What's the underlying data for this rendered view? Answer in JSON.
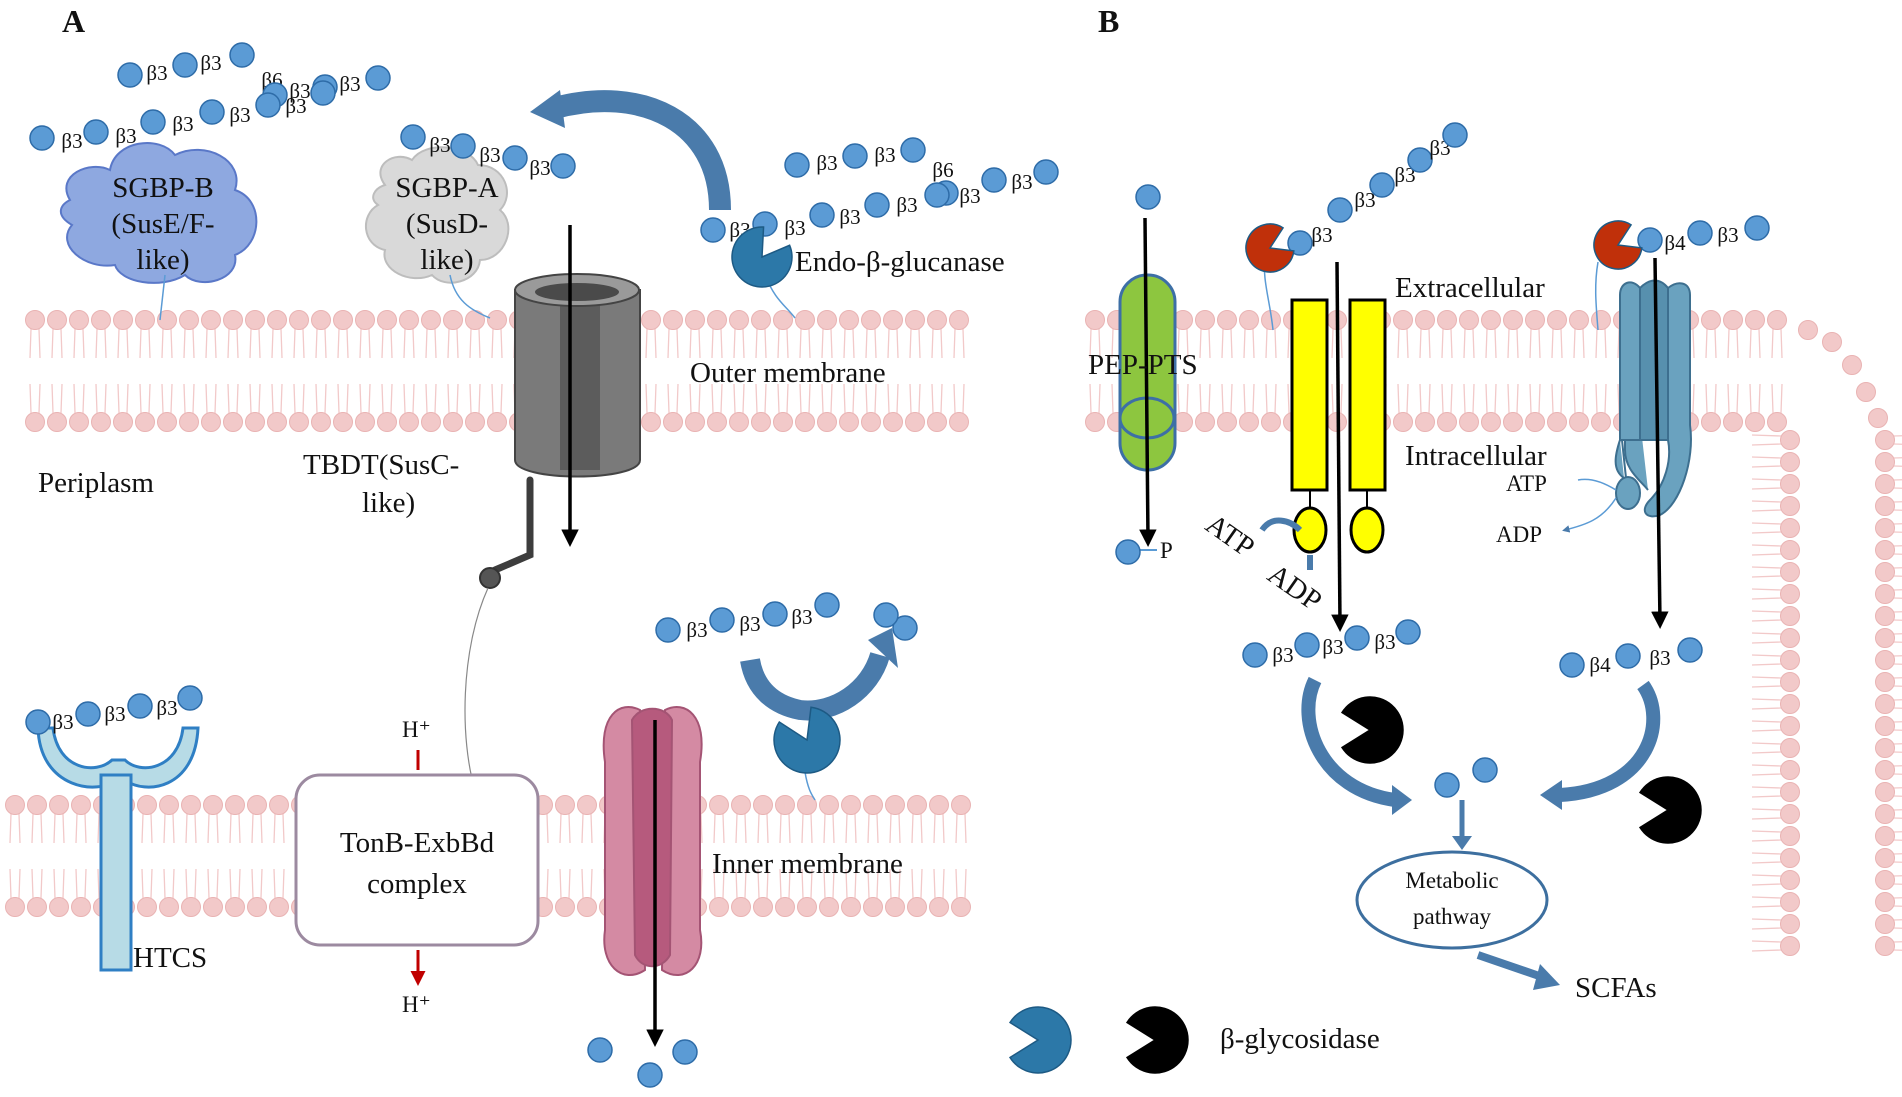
{
  "panels": {
    "a": "A",
    "b": "B"
  },
  "beta_links": {
    "b3": "β3",
    "b4": "β4",
    "b6": "β6"
  },
  "labels": {
    "sgbp_b": [
      "SGBP-B",
      "(SusE/F-",
      "like)"
    ],
    "sgbp_a": [
      "SGBP-A",
      "(SusD-",
      "like)"
    ],
    "endo": "Endo-β-glucanase",
    "outer_membrane": "Outer membrane",
    "periplasm": "Periplasm",
    "tbdt": [
      "TBDT(SusC-",
      "like)"
    ],
    "h_plus_top": "H⁺",
    "h_plus_bottom": "H⁺",
    "tonb": [
      "TonB-ExbBd",
      "complex"
    ],
    "inner_membrane": "Inner membrane",
    "htcs": "HTCS",
    "pep_pts": "PEP-PTS",
    "phosphate": "P",
    "extracellular": "Extracellular",
    "intracellular": "Intracellular",
    "atp_left": "ATP",
    "adp_left": "ADP",
    "atp_right": "ATP",
    "adp_right": "ADP",
    "metabolic": [
      "Metabolic",
      "pathway"
    ],
    "scfas": "SCFAs",
    "legend": "β-glycosidase"
  },
  "colors": {
    "bead": "#5b9bd5",
    "bead_stroke": "#2e6ca8",
    "lipid": "#f2c9c9",
    "arrow_blue": "#4a7bab",
    "enzyme_teal": "#2c78a8",
    "enzyme_red": "#c0300a",
    "black_enzyme": "#000000",
    "pts_green": "#8dc63f",
    "abc_yellow": "#ffff00",
    "transporter_teal": "#6aa2bf",
    "tbdt_gray": "#7a7a7a",
    "inner_pink": "#c8708e",
    "sgbp_b": "#8ea8e0",
    "sgbp_a": "#d9d9d9",
    "htcs": "#b7dbe6",
    "h_arrow": "#c00000"
  },
  "icons": [
    "beta-glycosidase-teal-icon",
    "beta-glycosidase-black-icon",
    "endo-glucanase-red-icon"
  ]
}
